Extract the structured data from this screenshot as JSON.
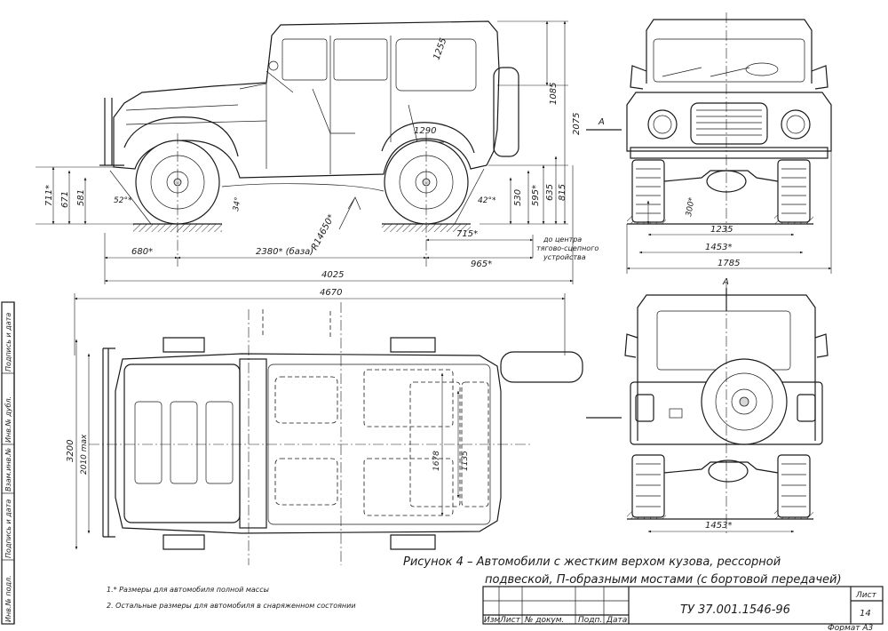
{
  "figure": {
    "caption_line1": "Рисунок 4 – Автомобили с жестким верхом кузова, рессорной",
    "caption_line2": "подвеской, П-образными мостами (с бортовой передачей)"
  },
  "notes": {
    "note1": "1.* Размеры для автомобиля полной массы",
    "note2": "2. Остальные размеры для автомобиля в снаряженном состоянии"
  },
  "side_view": {
    "dims": {
      "d1255": "1255",
      "d1085": "1085",
      "d2075": "2075",
      "d1290": "1290",
      "d711": "711*",
      "d671": "671",
      "d581": "581",
      "d530": "530",
      "d595": "595*",
      "d635": "635",
      "d815": "815",
      "d52": "52°*",
      "d34": "34°",
      "d42": "42°*",
      "r14650": "R14650*",
      "d715": "715*",
      "d680": "680*",
      "d2380": "2380* (база)",
      "d965": "965*",
      "d4025": "4025"
    },
    "cg_note_line1": "до центра",
    "cg_note_line2": "тягово-сцепного",
    "cg_note_line3": "устройства",
    "section_marker": "А"
  },
  "front_view": {
    "dims": {
      "d300": "300*",
      "d1235": "1235",
      "d1453": "1453*",
      "d1785": "1785"
    },
    "section_marker": "А"
  },
  "top_view": {
    "dims": {
      "d4670": "4670",
      "d3200": "3200",
      "d2010": "2010 max",
      "d1678": "1678",
      "d1135": "1135"
    }
  },
  "rear_view": {
    "dims": {
      "d1453": "1453*"
    },
    "section_marker": "А"
  },
  "title_block": {
    "cols": [
      "Изм",
      "Лист",
      "№ докум.",
      "Подп.",
      "Дата"
    ],
    "doc_code": "ТУ 37.001.1546-96",
    "sheet_label": "Лист",
    "sheet_no": "14",
    "format": "Формат А3"
  },
  "left_strip": {
    "c1": "Инв.№ подл.",
    "c2": "Подпись и дата",
    "c3": "Взам.инв.№",
    "c4": "Инв.№ дубл.",
    "c5": "Подпись и дата"
  }
}
